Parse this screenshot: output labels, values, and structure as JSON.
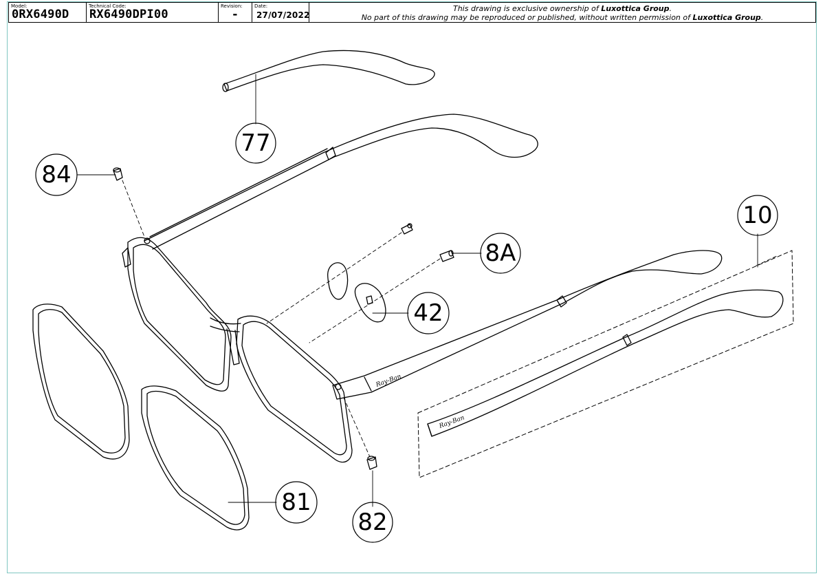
{
  "title_block": {
    "model_caption": "Model:",
    "model_value": "0RX6490D",
    "technical_code_caption": "Technical Code:",
    "technical_code_value": "RX6490DPI00",
    "revision_caption": "Revision:",
    "revision_value": "-",
    "date_caption": "Date:",
    "date_value": "27/07/2022",
    "notice_line1_pre": "This drawing is exclusive ownership of ",
    "notice_line1_bold": "Luxottica Group",
    "notice_line1_post": ".",
    "notice_line2_pre": "No part of this drawing may be reproduced or published, without written permission of ",
    "notice_line2_bold": "Luxottica Group",
    "notice_line2_post": "."
  },
  "callouts": {
    "c77": "77",
    "c84": "84",
    "c10": "10",
    "c8a": "8A",
    "c42": "42",
    "c81": "81",
    "c82": "82"
  },
  "colors": {
    "sheet_border": "#7fc6c1",
    "line": "#000000"
  }
}
